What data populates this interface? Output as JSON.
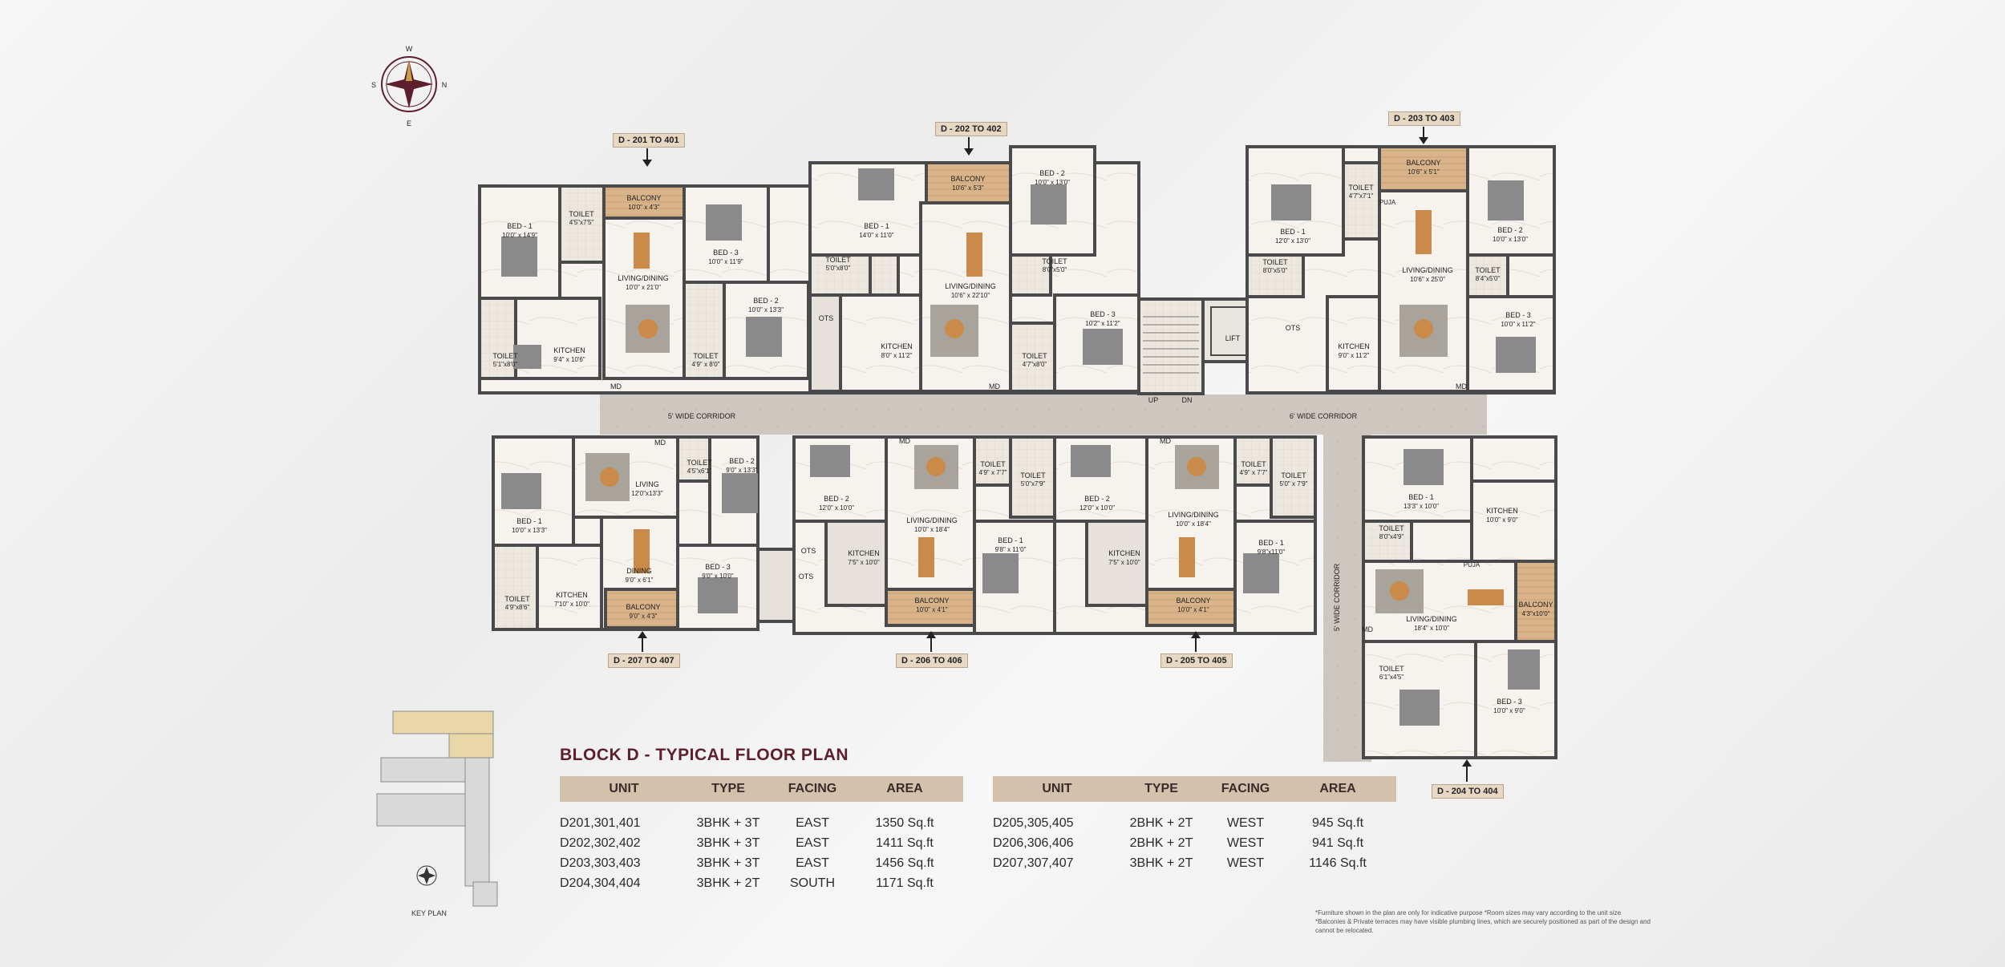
{
  "compass": {
    "n": "N",
    "s": "S",
    "e": "E",
    "w": "W"
  },
  "unit_tags": {
    "d201": "D - 201 TO 401",
    "d202": "D - 202 TO 402",
    "d203": "D - 203 TO 403",
    "d207": "D - 207 TO 407",
    "d206": "D - 206 TO 406",
    "d205": "D - 205 TO 405",
    "d204": "D - 204 TO 404"
  },
  "rooms": {
    "u201": {
      "bed1": "BED - 1",
      "bed1_dim": "10'0\" x 14'9\"",
      "balcony": "BALCONY",
      "balcony_dim": "10'0\" x 4'3\"",
      "toilet1": "TOILET",
      "toilet1_dim": "4'5\"x7'5\"",
      "bed3": "BED - 3",
      "bed3_dim": "10'0\" x 11'9\"",
      "living": "LIVING/DINING",
      "living_dim": "10'0\" x 21'0\"",
      "bed2": "BED - 2",
      "bed2_dim": "10'0\" x 13'3\"",
      "kitchen": "KITCHEN",
      "kitchen_dim": "9'4\" x 10'6\"",
      "toilet2": "TOILET",
      "toilet2_dim": "5'1\"x8'0\"",
      "toilet3": "TOILET",
      "toilet3_dim": "4'9\" x 8'0\"",
      "md": "MD"
    },
    "u202": {
      "bed1": "BED - 1",
      "bed1_dim": "14'0\" x 11'0\"",
      "balcony": "BALCONY",
      "balcony_dim": "10'6\" x 5'3\"",
      "bed2": "BED - 2",
      "bed2_dim": "10'0\" x 13'0\"",
      "toilet1": "TOILET",
      "toilet1_dim": "5'0\"x8'0\"",
      "living": "LIVING/DINING",
      "living_dim": "10'6\" x 22'10\"",
      "toilet2": "TOILET",
      "toilet2_dim": "8'0\"x5'0\"",
      "kitchen": "KITCHEN",
      "kitchen_dim": "8'0\" x 11'2\"",
      "bed3": "BED - 3",
      "bed3_dim": "10'2\" x 11'2\"",
      "toilet3": "TOILET",
      "toilet3_dim": "4'7\"x8'0\"",
      "md": "MD",
      "ots": "OTS"
    },
    "core": {
      "lift": "LIFT",
      "up": "UP",
      "dn": "DN",
      "ots": "OTS"
    },
    "u203": {
      "bed1": "BED - 1",
      "bed1_dim": "12'0\" x 13'0\"",
      "toilet1": "TOILET",
      "toilet1_dim": "4'7\"x7'1\"",
      "balcony": "BALCONY",
      "balcony_dim": "10'6\" x 5'1\"",
      "bed2": "BED - 2",
      "bed2_dim": "10'0\" x 13'0\"",
      "toilet2": "TOILET",
      "toilet2_dim": "8'0\"x5'0\"",
      "living": "LIVING/DINING",
      "living_dim": "10'6\" x 25'0\"",
      "toilet3": "TOILET",
      "toilet3_dim": "8'4\"x5'0\"",
      "bed3": "BED - 3",
      "bed3_dim": "10'0\" x 11'2\"",
      "kitchen": "KITCHEN",
      "kitchen_dim": "9'0\" x 11'2\"",
      "md": "MD",
      "puja": "PUJA"
    },
    "corridor_left": "5' WIDE CORRIDOR",
    "corridor_right": "6' WIDE CORRIDOR",
    "corridor_vertical": "5' WIDE CORRIDOR",
    "u207": {
      "bed1": "BED - 1",
      "bed1_dim": "10'0\" x 13'3\"",
      "living": "LIVING",
      "living_dim": "12'0\"x13'3\"",
      "toilet1": "TOILET",
      "toilet1_dim": "4'5\"x6'1\"",
      "bed2": "BED - 2",
      "bed2_dim": "9'0\" x 13'3\"",
      "dining": "DINING",
      "dining_dim": "9'0\" x 6'1\"",
      "bed3": "BED - 3",
      "bed3_dim": "9'0\" x 10'0\"",
      "kitchen": "KITCHEN",
      "kitchen_dim": "7'10\" x 10'0\"",
      "toilet2": "TOILET",
      "toilet2_dim": "4'9\"x8'6\"",
      "balcony": "BALCONY",
      "balcony_dim": "9'0\" x 4'3\"",
      "md": "MD",
      "ots": "OTS"
    },
    "u206": {
      "bed2": "BED - 2",
      "bed2_dim": "12'0\" x 10'0\"",
      "toilet1": "TOILET",
      "toilet1_dim": "4'9\" x 7'7\"",
      "toilet2": "TOILET",
      "toilet2_dim": "5'0\"x7'9\"",
      "living": "LIVING/DINING",
      "living_dim": "10'0\" x 18'4\"",
      "kitchen": "KITCHEN",
      "kitchen_dim": "7'5\" x 10'0\"",
      "bed1": "BED - 1",
      "bed1_dim": "9'8\" x 11'0\"",
      "balcony": "BALCONY",
      "balcony_dim": "10'0\" x 4'1\"",
      "md": "MD",
      "ots": "OTS"
    },
    "u205": {
      "bed2": "BED - 2",
      "bed2_dim": "12'0\" x 10'0\"",
      "toilet1": "TOILET",
      "toilet1_dim": "4'9\" x 7'7\"",
      "toilet2": "TOILET",
      "toilet2_dim": "5'0\" x 7'9\"",
      "living": "LIVING/DINING",
      "living_dim": "10'0\" x 18'4\"",
      "kitchen": "KITCHEN",
      "kitchen_dim": "7'5\" x 10'0\"",
      "bed1": "BED - 1",
      "bed1_dim": "9'8\"x11'0\"",
      "balcony": "BALCONY",
      "balcony_dim": "10'0\" x 4'1\"",
      "md": "MD"
    },
    "u204": {
      "bed1": "BED - 1",
      "bed1_dim": "13'3\" x 10'0\"",
      "kitchen": "KITCHEN",
      "kitchen_dim": "10'0\" x 9'0\"",
      "toilet1": "TOILET",
      "toilet1_dim": "8'0\"x4'9\"",
      "puja": "PUJA",
      "living": "LIVING/DINING",
      "living_dim": "18'4\" x 10'0\"",
      "balcony": "BALCONY",
      "balcony_dim": "4'3\"x10'0\"",
      "toilet2": "TOILET",
      "toilet2_dim": "6'1\"x4'5\"",
      "bed3": "BED - 3",
      "bed3_dim": "10'0\" x 9'0\"",
      "md": "MD"
    }
  },
  "title": "BLOCK D - TYPICAL FLOOR PLAN",
  "table_headers": [
    "UNIT",
    "TYPE",
    "FACING",
    "AREA"
  ],
  "table_left": [
    {
      "unit": "D201,301,401",
      "type": "3BHK + 3T",
      "facing": "EAST",
      "area": "1350 Sq.ft"
    },
    {
      "unit": "D202,302,402",
      "type": "3BHK + 3T",
      "facing": "EAST",
      "area": "1411 Sq.ft"
    },
    {
      "unit": "D203,303,403",
      "type": "3BHK + 3T",
      "facing": "EAST",
      "area": "1456 Sq.ft"
    },
    {
      "unit": "D204,304,404",
      "type": "3BHK + 2T",
      "facing": "SOUTH",
      "area": "1171 Sq.ft"
    }
  ],
  "table_right": [
    {
      "unit": "D205,305,405",
      "type": "2BHK + 2T",
      "facing": "WEST",
      "area": "945 Sq.ft"
    },
    {
      "unit": "D206,306,406",
      "type": "2BHK + 2T",
      "facing": "WEST",
      "area": "941 Sq.ft"
    },
    {
      "unit": "D207,307,407",
      "type": "3BHK + 2T",
      "facing": "WEST",
      "area": "1146 Sq.ft"
    }
  ],
  "key_plan_label": "KEY PLAN",
  "notes": [
    "*Furniture shown in the plan are only for indicative purpose *Room sizes may vary according to the unit size",
    "*Balconies & Private terraces may have visible plumbing lines, which are securely positioned as part of the design and cannot be relocated."
  ],
  "colors": {
    "wall": "#4a4a4a",
    "floor": "#f4f1ec",
    "corridor": "#cfc8c0",
    "wood": "#c98a4a",
    "accent": "#5c1f2b",
    "header": "#d3c1ab"
  }
}
